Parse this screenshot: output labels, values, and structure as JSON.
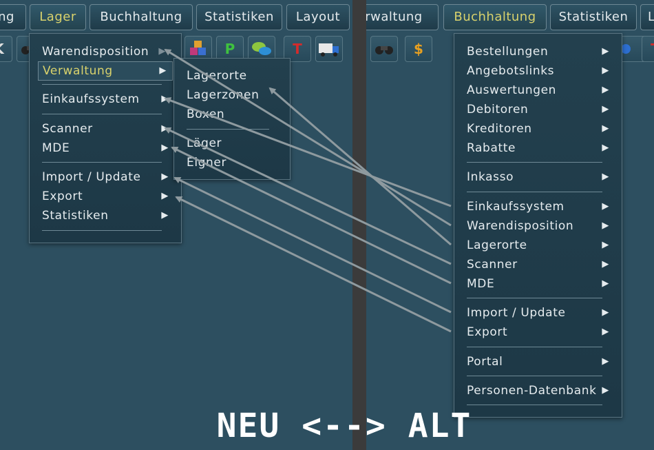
{
  "left": {
    "menubar": [
      "ng",
      "Lager",
      "Buchhaltung",
      "Statistiken",
      "Layout"
    ],
    "active_tab": "Lager",
    "menu": {
      "items": [
        {
          "label": "Warendisposition",
          "arrow": "▶"
        },
        {
          "label": "Verwaltung",
          "arrow": "▶",
          "highlighted": true
        },
        {
          "label": "Einkaufssystem",
          "arrow": "▶"
        },
        {
          "label": "Scanner",
          "arrow": "▶"
        },
        {
          "label": "MDE",
          "arrow": "▶"
        },
        {
          "label": "Import / Update",
          "arrow": "▶"
        },
        {
          "label": "Export",
          "arrow": "▶"
        },
        {
          "label": "Statistiken",
          "arrow": "▶"
        }
      ]
    },
    "submenu": {
      "items": [
        "Lagerorte",
        "Lagerzonen",
        "Boxen",
        "Läger",
        "Eigner"
      ]
    },
    "toolbar_glyphs": [
      "K",
      "P",
      "T"
    ]
  },
  "right": {
    "menubar": [
      "rwaltung",
      "Buchhaltung",
      "Statistiken",
      "L"
    ],
    "active_tab": "Buchhaltung",
    "menu": {
      "items": [
        {
          "label": "Bestellungen",
          "arrow": "▶"
        },
        {
          "label": "Angebotslinks",
          "arrow": "▶"
        },
        {
          "label": "Auswertungen",
          "arrow": "▶"
        },
        {
          "label": "Debitoren",
          "arrow": "▶"
        },
        {
          "label": "Kreditoren",
          "arrow": "▶"
        },
        {
          "label": "Rabatte",
          "arrow": "▶"
        },
        {
          "label": "Inkasso",
          "arrow": "▶"
        },
        {
          "label": "Einkaufssystem",
          "arrow": "▶"
        },
        {
          "label": "Warendisposition",
          "arrow": "▶"
        },
        {
          "label": "Lagerorte",
          "arrow": "▶"
        },
        {
          "label": "Scanner",
          "arrow": "▶"
        },
        {
          "label": "MDE",
          "arrow": "▶"
        },
        {
          "label": "Import / Update",
          "arrow": "▶"
        },
        {
          "label": "Export",
          "arrow": "▶"
        },
        {
          "label": "Portal",
          "arrow": "▶"
        },
        {
          "label": "Personen-Datenbank",
          "arrow": "▶"
        }
      ]
    },
    "toolbar_glyphs": [
      "$",
      "T"
    ]
  },
  "caption": "NEU <--> ALT",
  "colors": {
    "background": "#2d4f60",
    "menu_bg": "#1f3a48",
    "highlight": "#d9d26c",
    "arrow_line": "#8e9a9f"
  }
}
